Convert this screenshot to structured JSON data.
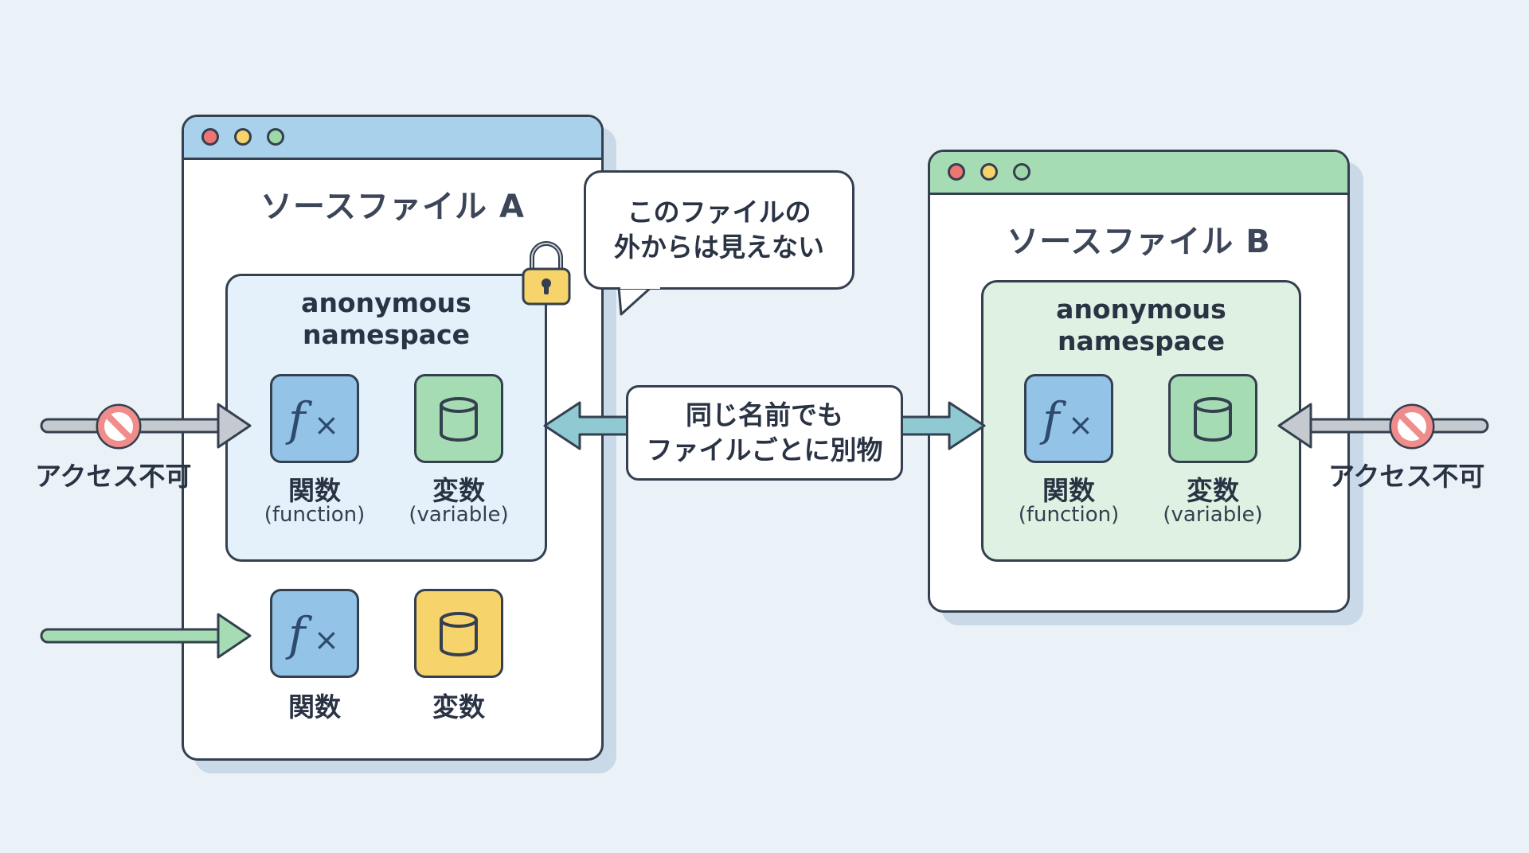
{
  "file_a": {
    "title": "ソースファイル A",
    "namespace_label": [
      "anonymous",
      "namespace"
    ],
    "function_label": "関数",
    "function_sub": "(function)",
    "variable_label": "変数",
    "variable_sub": "(variable)",
    "global_function_label": "関数",
    "global_variable_label": "変数"
  },
  "file_b": {
    "title": "ソースファイル B",
    "namespace_label": [
      "anonymous",
      "namespace"
    ],
    "function_label": "関数",
    "function_sub": "(function)",
    "variable_label": "変数",
    "variable_sub": "(variable)"
  },
  "callout_hidden": [
    "このファイルの",
    "外からは見えない"
  ],
  "callout_distinct": [
    "同じ名前でも",
    "ファイルごとに別物"
  ],
  "access_denied_left": "アクセス不可",
  "access_denied_right": "アクセス不可",
  "colors": {
    "blue_bar": "#a9d1eb",
    "green_bar": "#a6dcb3",
    "dot_red": "#ef7474",
    "dot_yellow": "#f6d36b",
    "dot_green": "#9fd8a8",
    "fx_tile": "#93c3e6",
    "var_tile_green": "#a6dcb3",
    "var_tile_yellow": "#f6d36b",
    "ns_blue": "#e4f0fa",
    "ns_green": "#dff1e2",
    "arrow_gray": "#c5cad0",
    "arrow_green": "#a6dcb3",
    "arrow_teal": "#8fc9d1",
    "no_sign": "#f08c8c",
    "lock": "#f6d36b"
  }
}
